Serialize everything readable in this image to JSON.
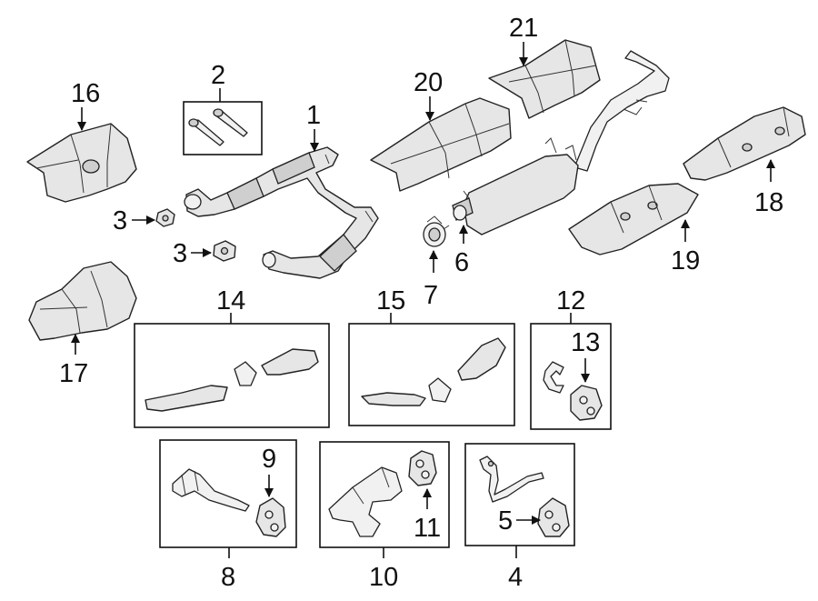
{
  "diagram": {
    "callouts": {
      "c1": "1",
      "c2": "2",
      "c3a": "3",
      "c3b": "3",
      "c4": "4",
      "c5": "5",
      "c6": "6",
      "c7": "7",
      "c8": "8",
      "c9": "9",
      "c10": "10",
      "c11": "11",
      "c12": "12",
      "c13": "13",
      "c14": "14",
      "c15": "15",
      "c16": "16",
      "c17": "17",
      "c18": "18",
      "c19": "19",
      "c20": "20",
      "c21": "21"
    },
    "colors": {
      "line": "#111111",
      "part_fill": "#e6e6e6",
      "background": "#ffffff"
    }
  }
}
